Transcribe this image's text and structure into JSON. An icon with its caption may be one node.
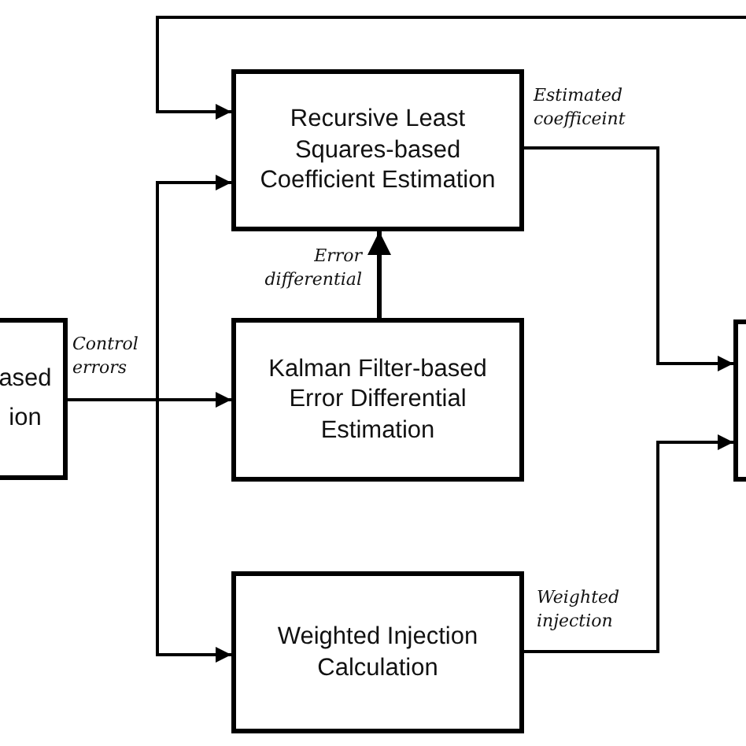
{
  "diagram": {
    "nodes": [
      {
        "text": [
          "ased ion"
        ]
      },
      {
        "text": [
          "Recursive Least Squares-based Coefficient Estimation"
        ]
      },
      {
        "text": [
          "Kalman Filter-based Error Differential Estimation"
        ]
      },
      {
        "text": [
          "Weighted Injection Calculation"
        ]
      },
      {
        "text": [],
        "shape": "box"
      }
    ],
    "edges": [
      {
        "from": 4,
        "to": 1,
        "arrow": "to"
      },
      {
        "from": 0,
        "to": 1,
        "arrow": "to"
      },
      {
        "from": 0,
        "to": 2,
        "label": "Control errors",
        "arrow": "to"
      },
      {
        "from": 0,
        "to": 3,
        "arrow": "to"
      },
      {
        "from": 2,
        "to": 1,
        "label": "Error differential",
        "arrow": "to"
      },
      {
        "from": 1,
        "to": 4,
        "label": "Estimated coefficeint",
        "arrow": "to"
      },
      {
        "from": 3,
        "to": 4,
        "label": "Weighted injection",
        "arrow": "to"
      }
    ]
  }
}
